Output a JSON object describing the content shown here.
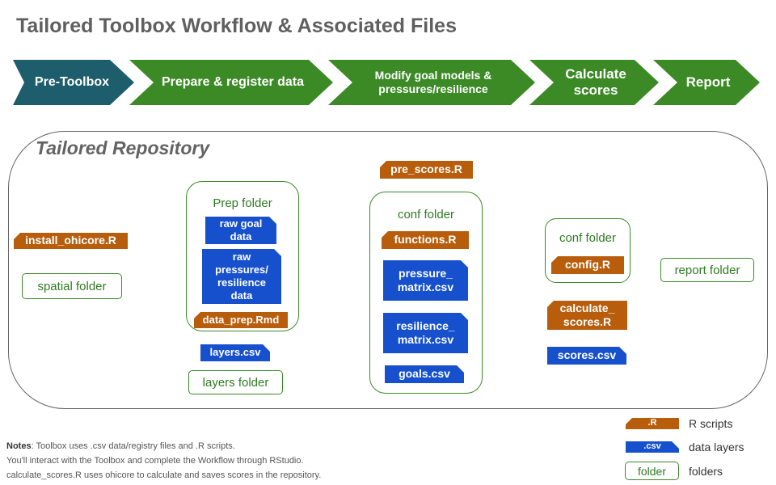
{
  "title": "Tailored Toolbox Workflow & Associated Files",
  "workflow": [
    {
      "label": "Pre-Toolbox"
    },
    {
      "label": "Prepare & register data"
    },
    {
      "label": "Modify goal models & pressures/resilience"
    },
    {
      "label": "Calculate scores"
    },
    {
      "label": "Report"
    }
  ],
  "repository": {
    "title": "Tailored Repository",
    "install_script": "install_ohicore.R",
    "spatial_folder": "spatial folder",
    "prep_folder": {
      "label": "Prep folder",
      "raw_goal": "raw goal data",
      "raw_pressures": "raw pressures/ resilience data",
      "data_prep": "data_prep.Rmd"
    },
    "layers_csv": "layers.csv",
    "layers_folder": "layers folder",
    "pre_scores": "pre_scores.R",
    "conf_folder": {
      "label": "conf folder",
      "functions": "functions.R",
      "pressure_matrix": "pressure_ matrix.csv",
      "resilience_matrix": "resilience_ matrix.csv",
      "goals": "goals.csv"
    },
    "conf_folder_2": {
      "label": "conf folder",
      "config": "config.R"
    },
    "calculate_scores": "calculate_ scores.R",
    "scores_csv": "scores.csv",
    "report_folder": "report folder"
  },
  "notes": {
    "heading": "Notes",
    "line1": ": Toolbox uses .csv data/registry files and .R scripts.",
    "line2": "You'll interact with the Toolbox and complete the Workflow through RStudio.",
    "line3": "calculate_scores.R uses ohicore to calculate and saves scores in the repository."
  },
  "legend": {
    "r_sample": ".R",
    "r_label": "R scripts",
    "csv_sample": ".csv",
    "csv_label": "data layers",
    "folder_sample": "folder",
    "folder_label": "folders"
  },
  "colors": {
    "teal": "#1d5d6c",
    "green": "#3b8a26",
    "r_script": "#b85d0c",
    "data_layer": "#1650cc"
  }
}
